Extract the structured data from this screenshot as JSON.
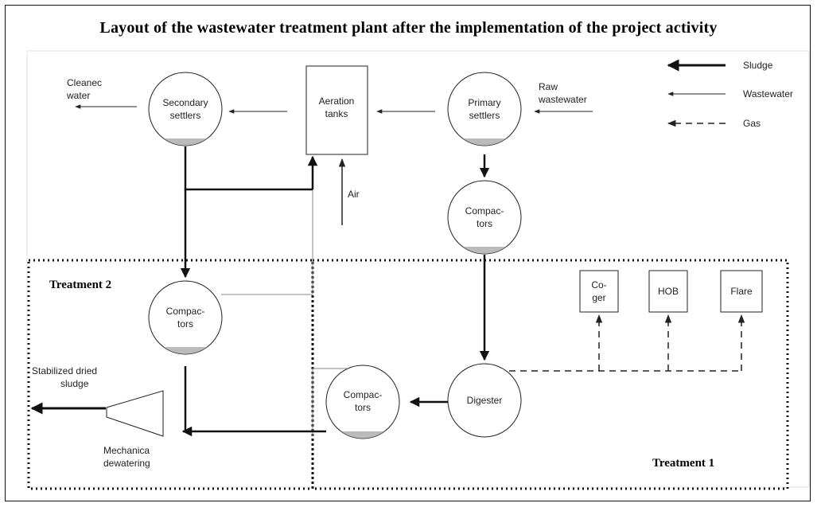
{
  "title": "Layout of the wastewater treatment plant after the implementation of the project activity",
  "legend": {
    "sludge": "Sludge",
    "wastewater": "Wastewater",
    "gas": "Gas"
  },
  "nodes": {
    "secondary_settlers": [
      "Secondary",
      "settlers"
    ],
    "aeration_tanks": [
      "Aeration",
      "tanks"
    ],
    "primary_settlers": [
      "Primary",
      "settlers"
    ],
    "compactors_top": [
      "Compac-",
      "tors"
    ],
    "compactors_t2": [
      "Compac-",
      "tors"
    ],
    "compactors_mid": [
      "Compac-",
      "tors"
    ],
    "digester": [
      "Digester"
    ],
    "cogen": [
      "Co-",
      "ger"
    ],
    "hob": [
      "HOB"
    ],
    "flare": [
      "Flare"
    ]
  },
  "labels": {
    "clean_water": [
      "Cleanec",
      "water"
    ],
    "raw_wastewater": [
      "Raw",
      "wastewater"
    ],
    "air": "Air",
    "stabilized": [
      "Stabilized dried",
      "sludge"
    ],
    "mechanical": [
      "Mechanica",
      "dewatering"
    ]
  },
  "zones": {
    "treatment2": "Treatment 2",
    "treatment1": "Treatment 1"
  },
  "colors": {
    "line": "#222222",
    "sludge_fill": "#bbbbbb",
    "region_bg": "#ffffff",
    "region_border": "#dddddd"
  }
}
